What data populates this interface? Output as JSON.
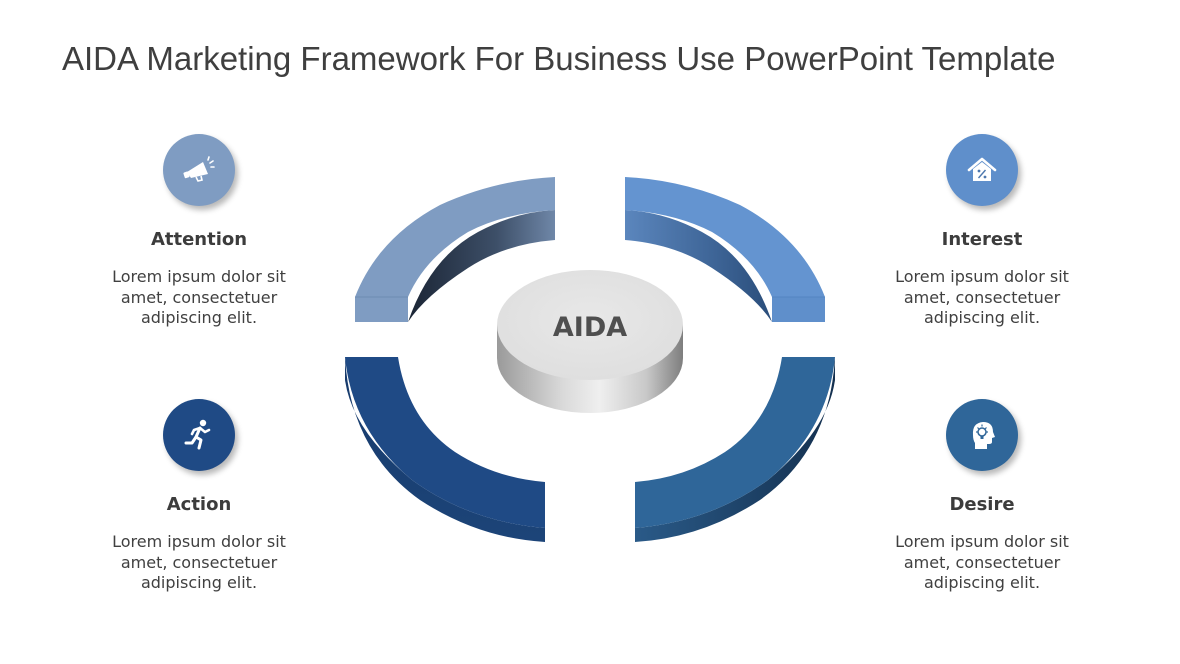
{
  "title": "AIDA Marketing Framework For Business Use PowerPoint Template",
  "center": {
    "label": "AIDA"
  },
  "stages": [
    {
      "id": "attention",
      "title": "Attention",
      "description_lines": [
        "Lorem ipsum dolor sit",
        "amet, consectetuer",
        "adipiscing elit."
      ],
      "icon": "megaphone-icon",
      "color": "#7F9CC2",
      "position": "top-left"
    },
    {
      "id": "interest",
      "title": "Interest",
      "description_lines": [
        "Lorem ipsum dolor sit",
        "amet, consectetuer",
        "adipiscing elit."
      ],
      "icon": "house-percent-icon",
      "color": "#5F8FCB",
      "position": "top-right"
    },
    {
      "id": "desire",
      "title": "Desire",
      "description_lines": [
        "Lorem ipsum dolor sit",
        "amet, consectetuer",
        "adipiscing elit."
      ],
      "icon": "head-lightbulb-icon",
      "color": "#2F6699",
      "position": "bottom-right"
    },
    {
      "id": "action",
      "title": "Action",
      "description_lines": [
        "Lorem ipsum dolor sit",
        "amet, consectetuer",
        "adipiscing elit."
      ],
      "icon": "running-person-icon",
      "color": "#1F4A85",
      "position": "bottom-left"
    }
  ],
  "colors": {
    "title_text": "#3F3F3F",
    "body_text": "#404040",
    "center_disc": "#E4E4E4"
  }
}
